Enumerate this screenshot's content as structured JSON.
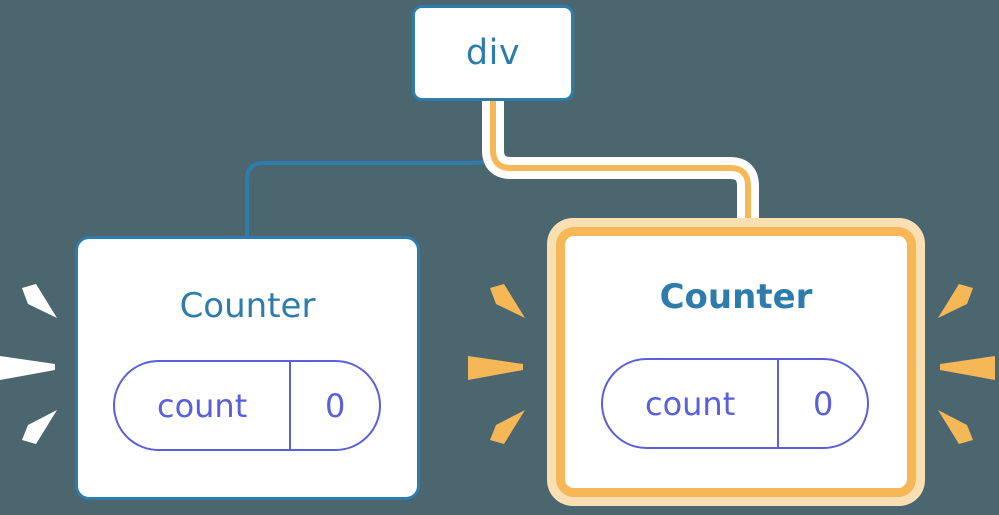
{
  "diagram": {
    "title": "React component tree re-render highlight",
    "background_color": "#4c6670",
    "accent_blue": "#2e7cab",
    "accent_orange": "#f6b757",
    "accent_orange_glow": "#fadfb3",
    "accent_purple": "#5a5fda"
  },
  "nodes": {
    "root": {
      "label": "div",
      "state": "normal",
      "border_color": "#2e7cab"
    },
    "counter_left": {
      "label": "Counter",
      "state": "normal",
      "border_color": "#2e7cab",
      "pill": {
        "key": "count",
        "value": "0",
        "color": "#5a5fda"
      }
    },
    "counter_right": {
      "label": "Counter",
      "state": "highlighted",
      "border_color": "#f6b757",
      "glow_color": "#fadfb3",
      "pill": {
        "key": "count",
        "value": "0",
        "color": "#5a5fda"
      }
    }
  },
  "edges": [
    {
      "name": "root-to-counter-left",
      "from": "root",
      "to": "counter_left",
      "color": "#2e7cab",
      "highlighted": false
    },
    {
      "name": "root-to-counter-right",
      "from": "root",
      "to": "counter_right",
      "color": "#f6b757",
      "halo_color": "#ffffff",
      "highlighted": true
    }
  ],
  "sparkles": {
    "left_group": {
      "color": "#ffffff",
      "count": 3,
      "direction": "right"
    },
    "middle_group": {
      "color": "#f6b757",
      "count": 3,
      "direction": "right"
    },
    "right_group": {
      "color": "#f6b757",
      "count": 3,
      "direction": "left"
    }
  }
}
